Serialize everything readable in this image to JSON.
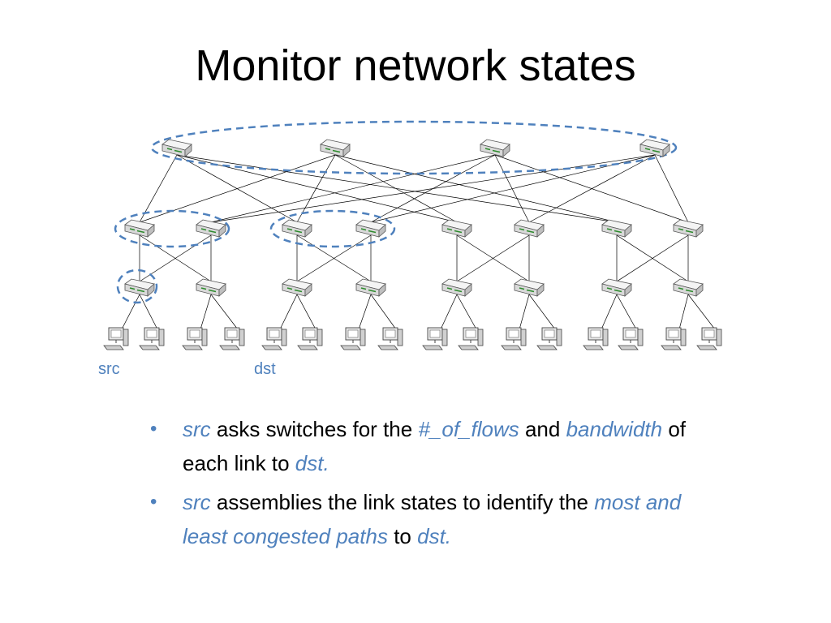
{
  "title": "Monitor network states",
  "labels": {
    "src": "src",
    "dst": "dst"
  },
  "colors": {
    "accent": "#4f81bd",
    "switch_led": "#2e8b2e",
    "link": "#000000"
  },
  "icons": {
    "switch": "network-switch-icon",
    "host": "desktop-computer-icon",
    "bullet": "bullet-dot"
  },
  "topology": {
    "type": "fat-tree",
    "core_switches": 4,
    "pods": 4,
    "aggregation_per_pod": 2,
    "edge_per_pod": 2,
    "hosts_per_edge": 2
  },
  "bullets": [
    {
      "bullet": "•",
      "parts": [
        {
          "text": "src",
          "em": true
        },
        {
          "text": " asks switches for the ",
          "em": false
        },
        {
          "text": "#_of_flows",
          "em": true
        },
        {
          "text": " and ",
          "em": false
        },
        {
          "text": "bandwidth",
          "em": true
        },
        {
          "text": " of each link to ",
          "em": false
        },
        {
          "text": "dst",
          "em": true
        },
        {
          "text": ".",
          "em": true
        }
      ]
    },
    {
      "bullet": "•",
      "parts": [
        {
          "text": "src",
          "em": true
        },
        {
          "text": " assemblies the link states to identify the ",
          "em": false
        },
        {
          "text": "most and least congested paths",
          "em": true
        },
        {
          "text": " to ",
          "em": false
        },
        {
          "text": "dst",
          "em": true
        },
        {
          "text": ".",
          "em": true
        }
      ]
    }
  ]
}
